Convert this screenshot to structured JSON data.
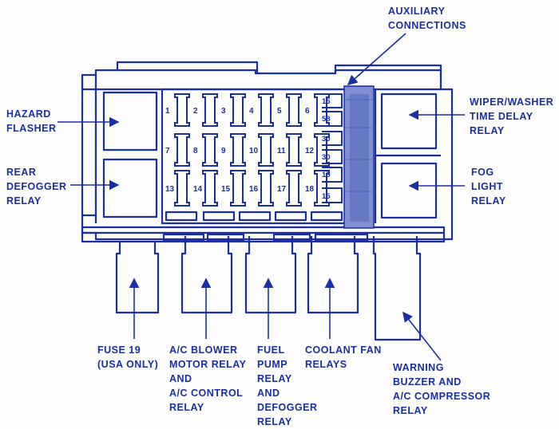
{
  "colors": {
    "ink": "#1a2fa6",
    "highlight": "#7f8fd0",
    "background": "#fdfdfd"
  },
  "labels": {
    "auxiliary": [
      "AUXILIARY",
      "CONNECTIONS"
    ],
    "hazard": [
      "HAZARD",
      "FLASHER"
    ],
    "rear_defogger": [
      "REAR",
      "DEFOGGER",
      "RELAY"
    ],
    "wiper": [
      "WIPER/WASHER",
      "TIME DELAY",
      "RELAY"
    ],
    "fog": [
      "FOG",
      "LIGHT",
      "RELAY"
    ],
    "fuse19": [
      "FUSE 19",
      "(USA ONLY)"
    ],
    "ac_blower": [
      "A/C BLOWER",
      "MOTOR RELAY",
      "AND",
      "A/C CONTROL",
      "RELAY"
    ],
    "fuel_pump": [
      "FUEL",
      "PUMP",
      "RELAY",
      "AND",
      "DEFOGGER",
      "RELAY"
    ],
    "coolant": [
      "COOLANT FAN",
      "RELAYS"
    ],
    "warning": [
      "WARNING",
      "BUZZER AND",
      "A/C COMPRESSOR",
      "RELAY"
    ]
  },
  "fuse_rows": [
    [
      "1",
      "2",
      "3",
      "4",
      "5",
      "6"
    ],
    [
      "7",
      "8",
      "9",
      "10",
      "11",
      "12"
    ],
    [
      "13",
      "14",
      "15",
      "16",
      "17",
      "18"
    ]
  ],
  "side_ratings": [
    "15",
    "58",
    "30",
    "30",
    "15",
    "15"
  ]
}
